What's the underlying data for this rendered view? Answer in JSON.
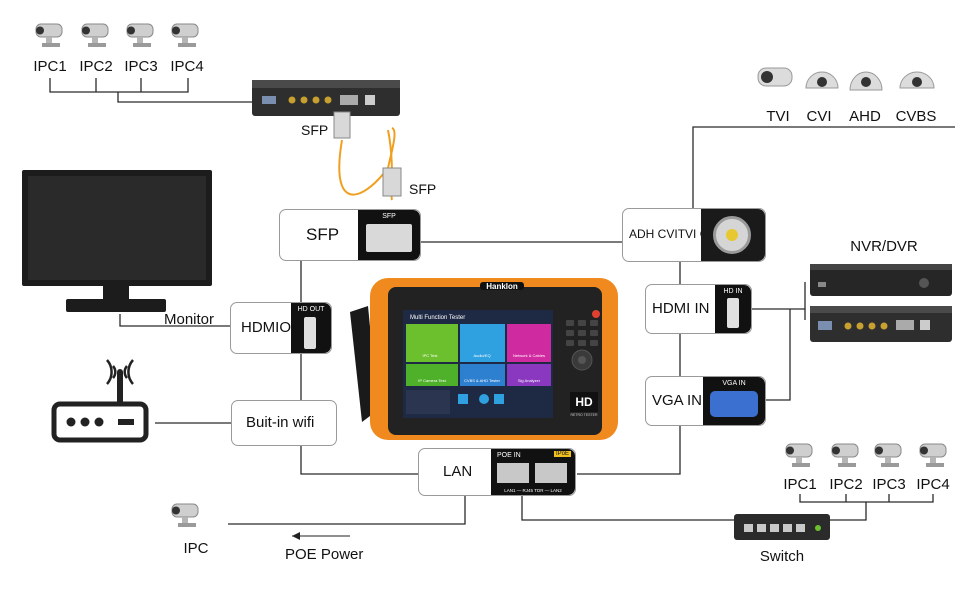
{
  "top_left": {
    "cameras": [
      "IPC1",
      "IPC2",
      "IPC3",
      "IPC4"
    ],
    "sfp_label": "SFP",
    "fiber_sfp_label": "SFP"
  },
  "top_right": {
    "cameras": [
      "TVI",
      "CVI",
      "AHD",
      "CVBS"
    ]
  },
  "left": {
    "monitor_label": "Monitor"
  },
  "nvr": {
    "label": "NVR/DVR"
  },
  "ports": {
    "sfp": {
      "label": "SFP",
      "port_title": "SFP"
    },
    "hdmi_out": {
      "line1": "HDMI",
      "line2": "OUT",
      "port_title": "HD OUT"
    },
    "wifi": {
      "label": "Buit-in wifi"
    },
    "lan": {
      "label": "LAN",
      "port_title": "POE IN",
      "port_tag": "IPoE",
      "port_foot": "LAN1 — RJ45 TDR — LAN2"
    },
    "analog": {
      "line1": "ADH CVI",
      "line2": "TVI CVBS IN"
    },
    "hdmi_in": {
      "label": "HDMI IN",
      "port_title": "HD IN"
    },
    "vga_in": {
      "label": "VGA IN",
      "port_title": "VGA IN"
    }
  },
  "device": {
    "brand": "Hanklon",
    "screen_title": "Multi Function Tester",
    "tiles": [
      "IPC Test",
      "Audio/EQ",
      "Network & Cables",
      "IP Camera Test",
      "CVBS & AHD Tester",
      "Sig Analyzer"
    ],
    "hd_badge": "HD",
    "hd_sub": "RETRO TESTER"
  },
  "bottom_left": {
    "camera_label": "IPC",
    "poe_label": "POE Power"
  },
  "bottom_right": {
    "cameras": [
      "IPC1",
      "IPC2",
      "IPC3",
      "IPC4"
    ],
    "switch_label": "Switch"
  },
  "colors": {
    "line": "#2b2b2b",
    "fiber": "#f0a020",
    "device_orange": "#f08a1e",
    "screen_green": "#6cc02e",
    "screen_blue": "#2fa0e0",
    "screen_magenta": "#d02aa0"
  }
}
